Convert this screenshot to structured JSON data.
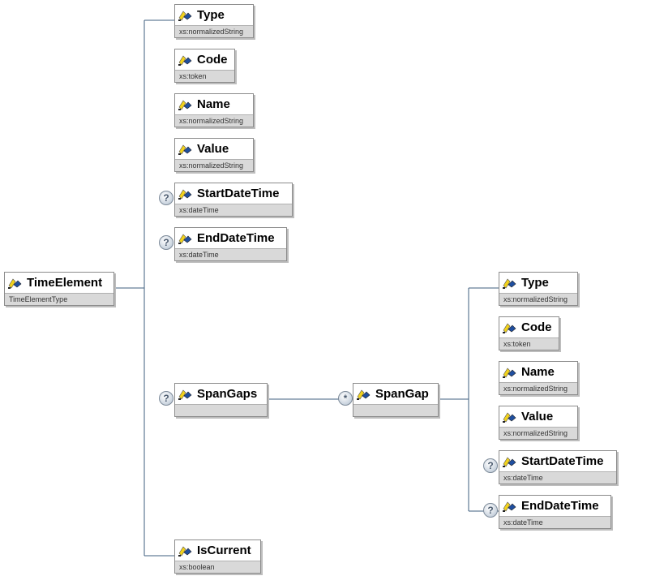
{
  "root": {
    "name": "TimeElement",
    "type": "TimeElementType"
  },
  "children": [
    {
      "id": "type",
      "name": "Type",
      "type": "xs:normalizedString",
      "badge": ""
    },
    {
      "id": "code",
      "name": "Code",
      "type": "xs:token",
      "badge": ""
    },
    {
      "id": "name",
      "name": "Name",
      "type": "xs:normalizedString",
      "badge": ""
    },
    {
      "id": "value",
      "name": "Value",
      "type": "xs:normalizedString",
      "badge": ""
    },
    {
      "id": "start",
      "name": "StartDateTime",
      "type": "xs:dateTime",
      "badge": "?"
    },
    {
      "id": "end",
      "name": "EndDateTime",
      "type": "xs:dateTime",
      "badge": "?"
    },
    {
      "id": "spangaps",
      "name": "SpanGaps",
      "type": "",
      "badge": "?"
    },
    {
      "id": "iscurrent",
      "name": "IsCurrent",
      "type": "xs:boolean",
      "badge": ""
    }
  ],
  "spangap": {
    "name": "SpanGap",
    "type": "",
    "badge": "*"
  },
  "spangap_children": [
    {
      "id": "type",
      "name": "Type",
      "type": "xs:normalizedString",
      "badge": ""
    },
    {
      "id": "code",
      "name": "Code",
      "type": "xs:token",
      "badge": ""
    },
    {
      "id": "name",
      "name": "Name",
      "type": "xs:normalizedString",
      "badge": ""
    },
    {
      "id": "value",
      "name": "Value",
      "type": "xs:normalizedString",
      "badge": ""
    },
    {
      "id": "start",
      "name": "StartDateTime",
      "type": "xs:dateTime",
      "badge": "?"
    },
    {
      "id": "end",
      "name": "EndDateTime",
      "type": "xs:dateTime",
      "badge": "?"
    }
  ],
  "colors": {
    "connector": "#3f5f7f",
    "type_bar": "#d9d9d9",
    "icon_yellow": "#f2d21b",
    "icon_blue": "#1f4fa0"
  }
}
